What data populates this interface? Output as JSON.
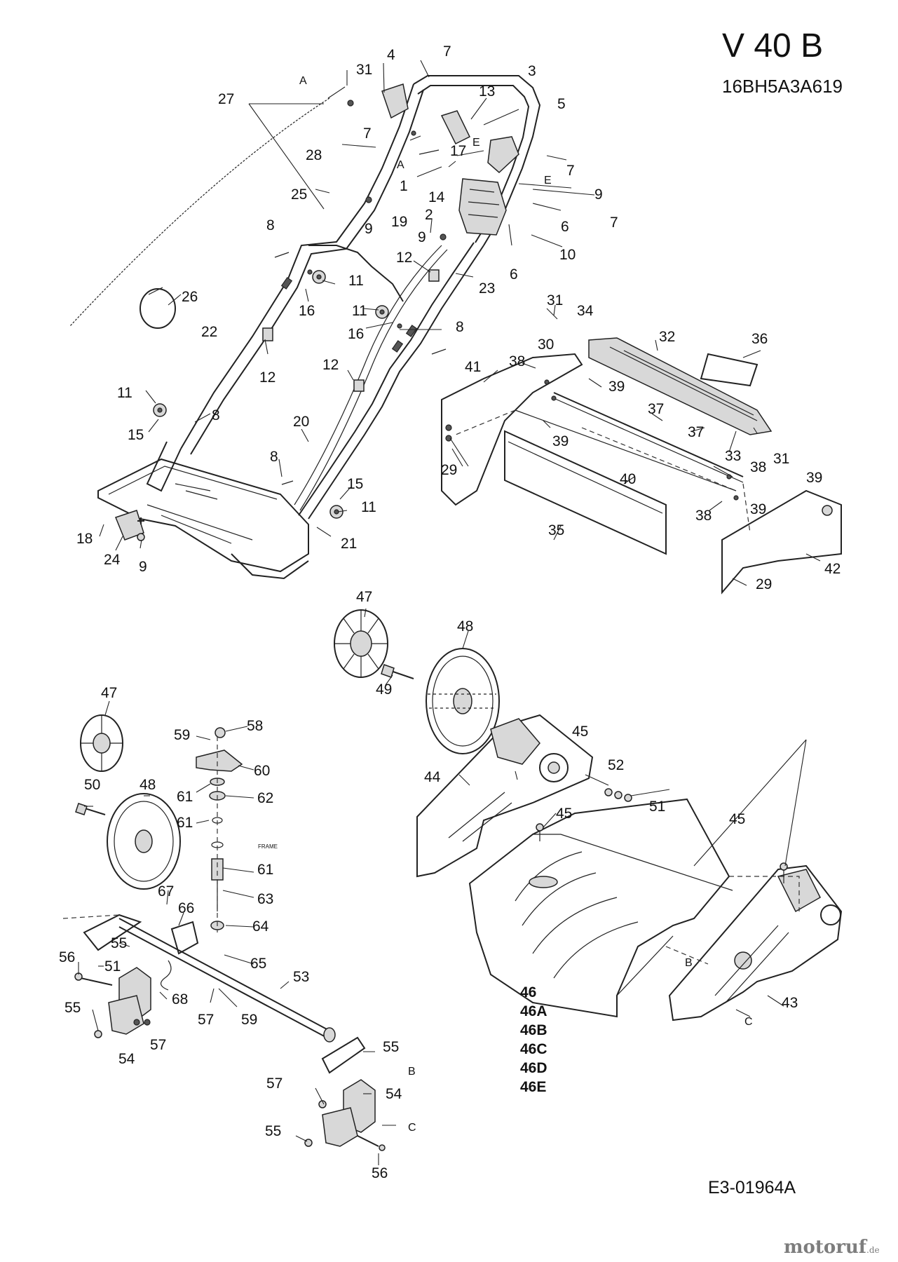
{
  "header": {
    "title": "V 40 B",
    "model_number": "16BH5A3A619"
  },
  "footer": {
    "drawing_number": "E3-01964A"
  },
  "watermark": {
    "brand": "motoruf",
    "suffix": ".de"
  },
  "labels": {
    "n1": "1",
    "n2": "2",
    "n3": "3",
    "n4": "4",
    "n5": "5",
    "n6": "6",
    "n7": "7",
    "n8": "8",
    "n9": "9",
    "n10": "10",
    "n11": "11",
    "n12": "12",
    "n13": "13",
    "n14": "14",
    "n15": "15",
    "n16": "16",
    "n17": "17",
    "n18": "18",
    "n19": "19",
    "n20": "20",
    "n21": "21",
    "n22": "22",
    "n23": "23",
    "n24": "24",
    "n25": "25",
    "n26": "26",
    "n27": "27",
    "n28": "28",
    "n29": "29",
    "n30": "30",
    "n31": "31",
    "n32": "32",
    "n33": "33",
    "n34": "34",
    "n35": "35",
    "n36": "36",
    "n37": "37",
    "n38": "38",
    "n39": "39",
    "n40": "40",
    "n41": "41",
    "n42": "42",
    "n43": "43",
    "n44": "44",
    "n45": "45",
    "n47": "47",
    "n48": "48",
    "n49": "49",
    "n50": "50",
    "n51": "51",
    "n52": "52",
    "n53": "53",
    "n54": "54",
    "n55": "55",
    "n56": "56",
    "n57": "57",
    "n58": "58",
    "n59": "59",
    "n60": "60",
    "n61": "61",
    "n62": "62",
    "n63": "63",
    "n64": "64",
    "n65": "65",
    "n66": "66",
    "n67": "67",
    "n68": "68"
  },
  "letters": {
    "A": "A",
    "B": "B",
    "C": "C",
    "E": "E"
  },
  "frame_text": "FRAME",
  "kit_list": [
    "46",
    "46A",
    "46B",
    "46C",
    "46D",
    "46E"
  ]
}
